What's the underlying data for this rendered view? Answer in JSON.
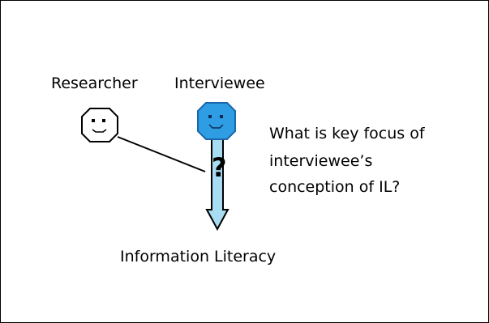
{
  "diagram": {
    "researcher": "Researcher",
    "interviewee": "Interviewee",
    "question_lines": [
      "What is key focus of",
      "interviewee’s",
      "conception of IL?"
    ],
    "question_mark": "?",
    "target": "Information Literacy"
  },
  "colors": {
    "researcher_face": "#ffffff",
    "interviewee_face": "#2f9de4",
    "arrow_fill": "#a8dcf2",
    "outline": "#000000"
  },
  "icons": {
    "researcher": "smiley-face-icon",
    "interviewee": "smiley-face-icon",
    "arrow": "down-arrow-icon"
  }
}
